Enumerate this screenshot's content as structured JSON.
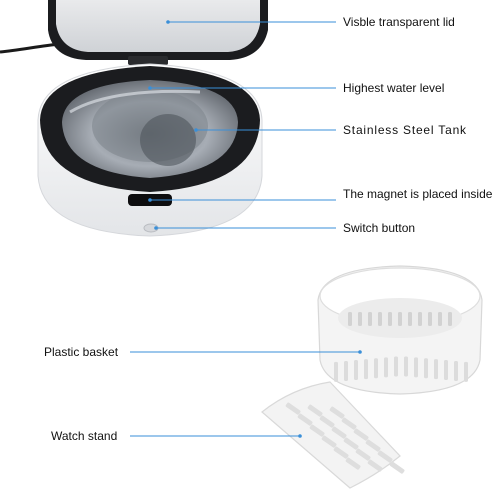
{
  "annotations": {
    "lid": "Visble transparent lid",
    "water_level": "Highest water level",
    "tank": "Stainless  Steel Tank",
    "magnet": "The magnet is placed inside",
    "switch": "Switch button",
    "basket": "Plastic basket",
    "watch_stand": "Watch stand"
  },
  "colors": {
    "leader_line": "#3a8fd8",
    "device_body": "#f4f5f7",
    "device_rim": "#1b1c1f",
    "steel": "#9aa0a8",
    "plastic": "#f2f2f2"
  }
}
